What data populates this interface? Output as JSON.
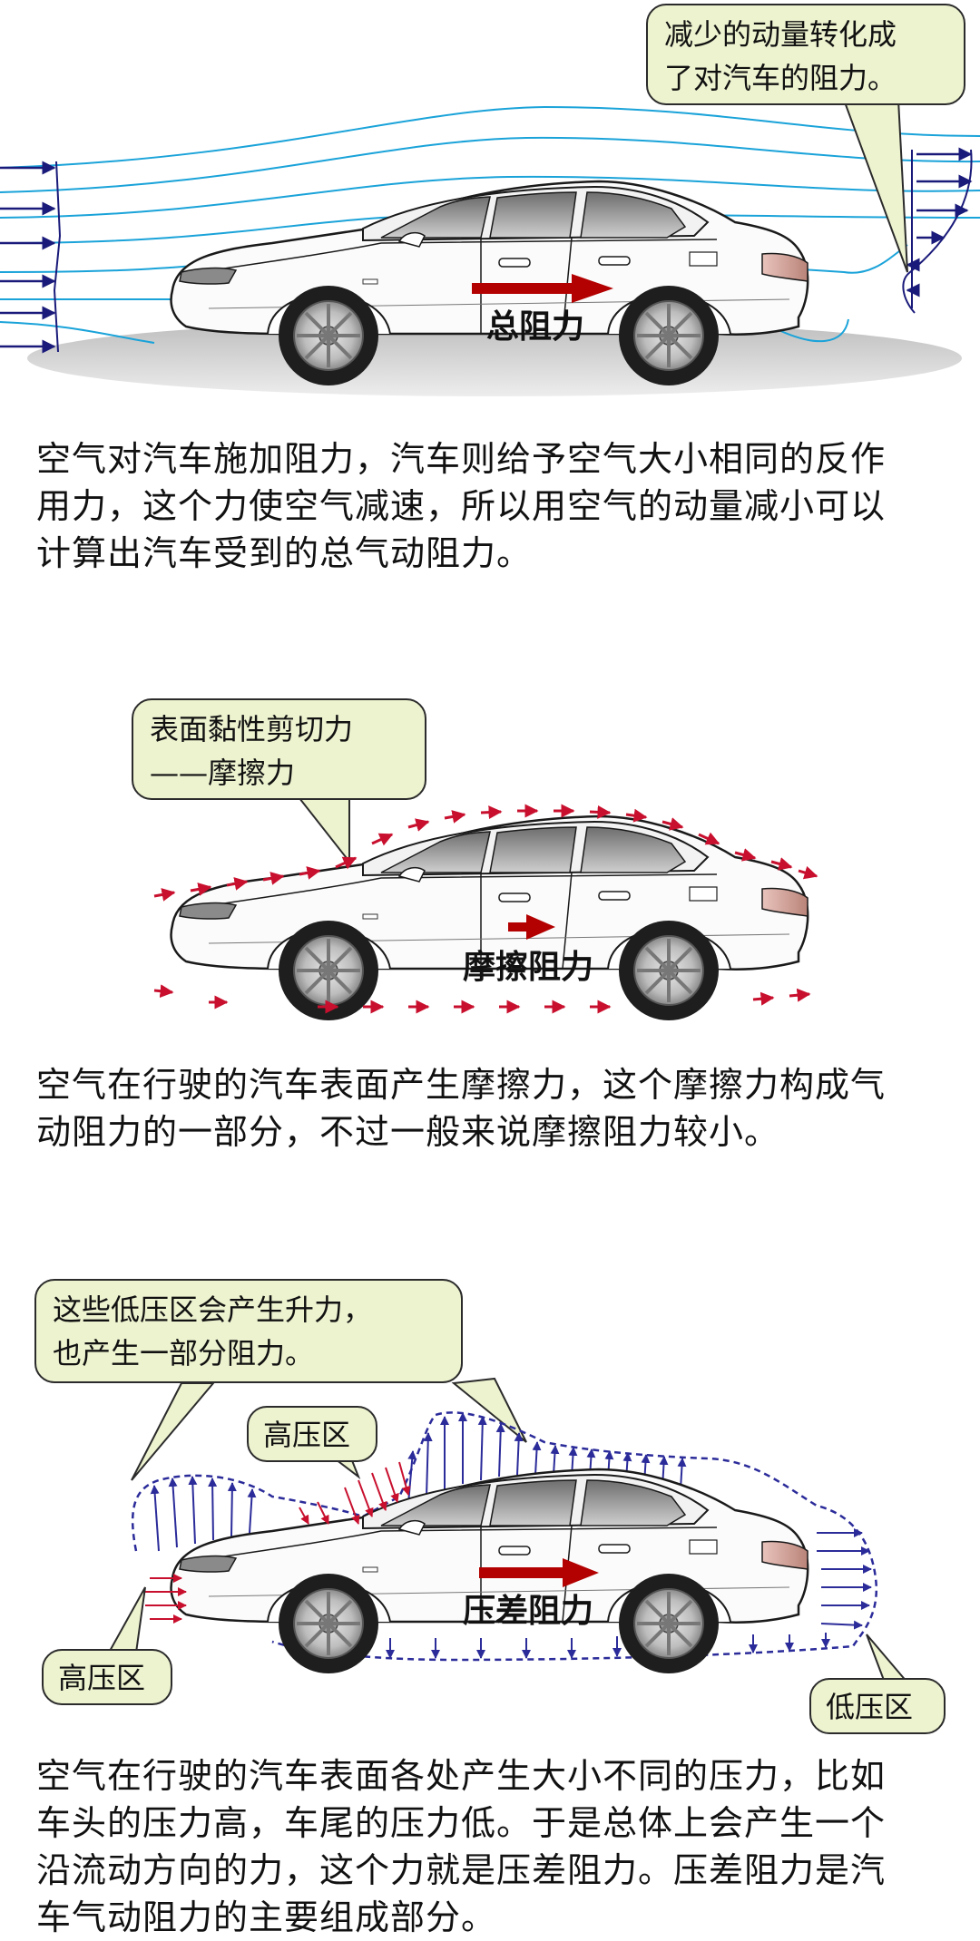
{
  "panel1": {
    "bubble_line1": "减少的动量转化成",
    "bubble_line2": "了对汽车的阻力。",
    "force_label": "总阻力",
    "caption_lines": [
      "空气对汽车施加阻力，汽车则给予空气大小相同的反作",
      "用力，这个力使空气减速，所以用空气的动量减小可以",
      "计算出汽车受到的总气动阻力。"
    ]
  },
  "panel2": {
    "bubble_line1": "表面黏性剪切力",
    "bubble_line2": "——摩擦力",
    "force_label": "摩擦阻力",
    "caption_lines": [
      "空气在行驶的汽车表面产生摩擦力，这个摩擦力构成气",
      "动阻力的一部分，不过一般来说摩擦阻力较小。"
    ]
  },
  "panel3": {
    "bubble_lift_line1": "这些低压区会产生升力，",
    "bubble_lift_line2": "也产生一部分阻力。",
    "bubble_high_top": "高压区",
    "bubble_high_front": "高压区",
    "bubble_low_rear": "低压区",
    "force_label": "压差阻力",
    "caption_lines": [
      "空气在行驶的汽车表面各处产生大小不同的压力，比如",
      "车头的压力高，车尾的压力低。于是总体上会产生一个",
      "沿流动方向的力，这个力就是压差阻力。压差阻力是汽",
      "车气动阻力的主要组成部分。"
    ]
  },
  "colors": {
    "streamline": "#1aa3d9",
    "velocity_arrow": "#1a1a7a",
    "drag_arrow": "#b30000",
    "bubble_fill": "#edf2cf",
    "low_pressure": "#2b2b9a",
    "high_pressure": "#c8102e"
  }
}
